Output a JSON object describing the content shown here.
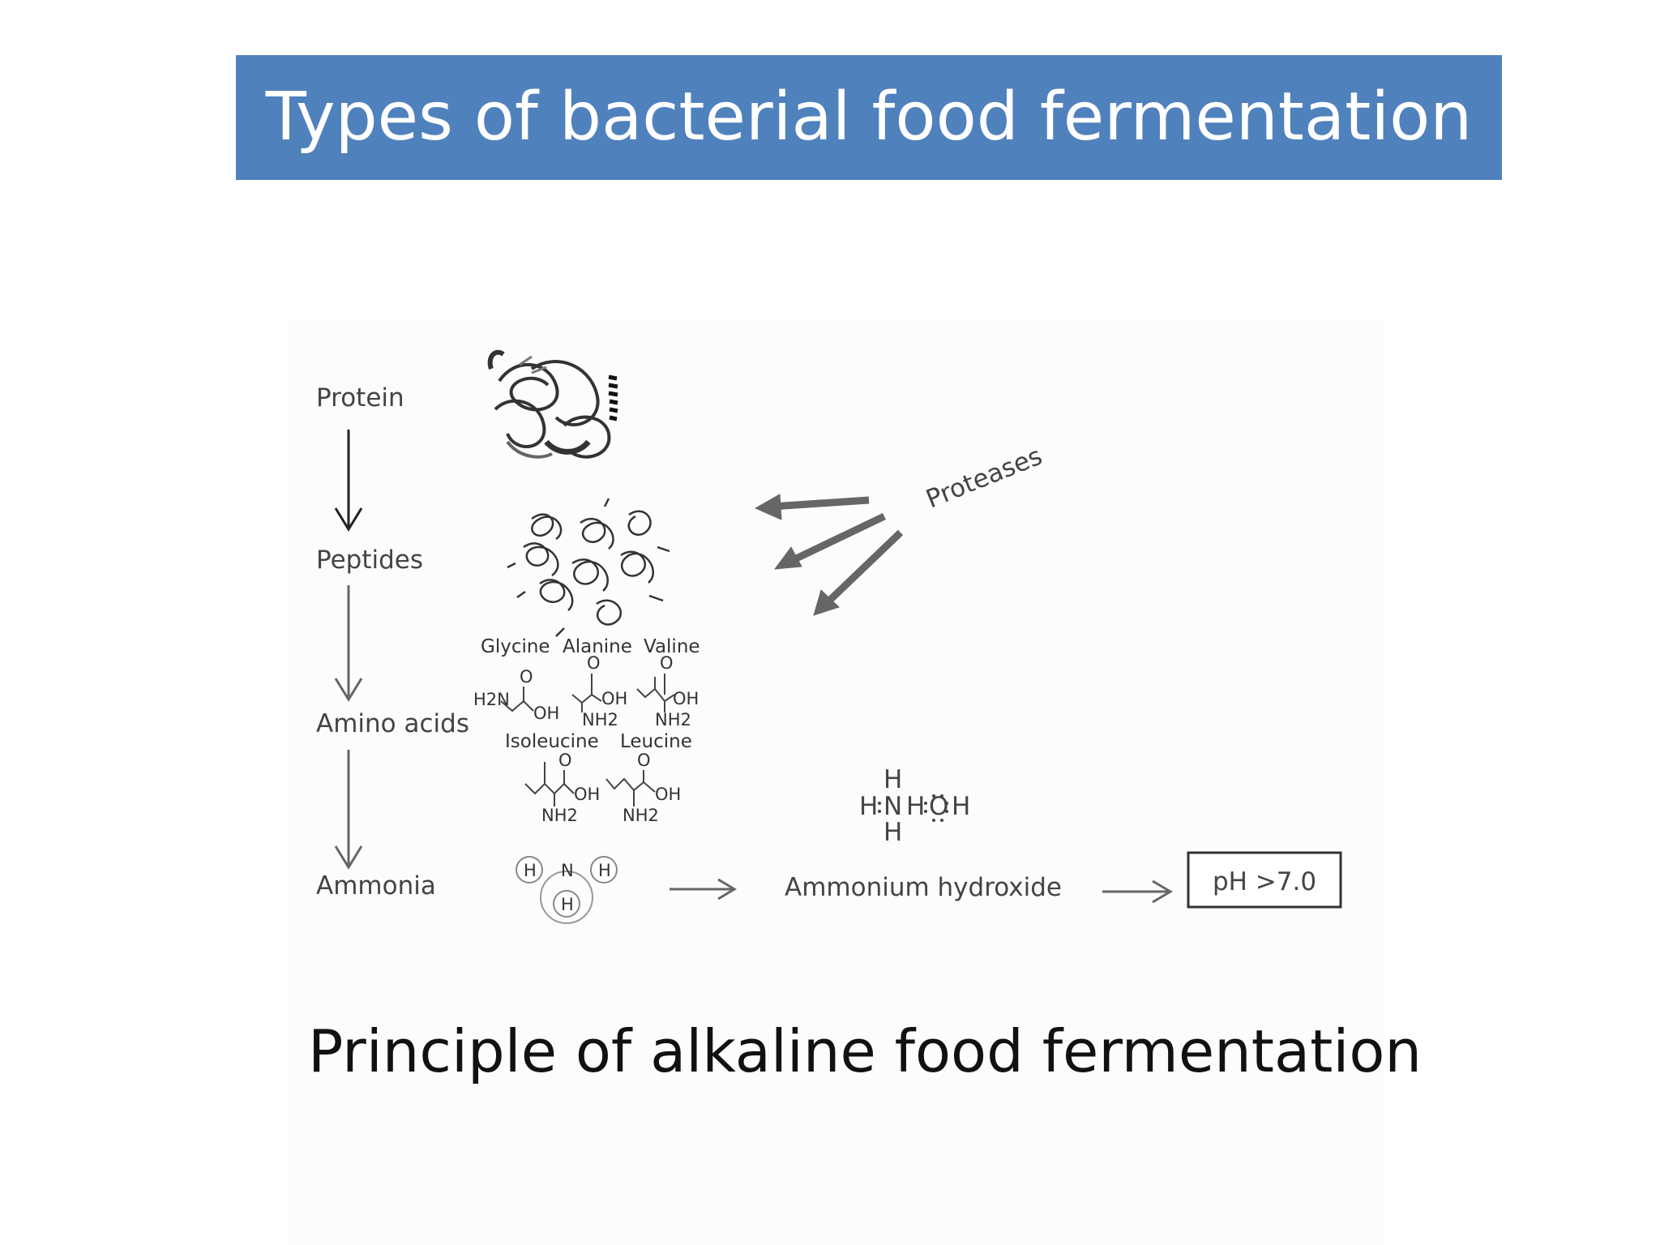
{
  "slide": {
    "title": "Types of bacterial food fermentation",
    "caption": "Principle of alkaline food fermentation"
  },
  "diagram": {
    "stages": [
      "Protein",
      "Peptides",
      "Amino acids",
      "Ammonia"
    ],
    "enzyme_label": "Proteases",
    "amino_acids_row1": [
      "Glycine",
      "Alanine",
      "Valine"
    ],
    "amino_acids_row2": [
      "Isoleucine",
      "Leucine"
    ],
    "groups": {
      "o": "O",
      "oh": "OH",
      "nh2": "NH2",
      "h2n": "H2N"
    },
    "ammonia_atoms": {
      "n": "N",
      "h": "H"
    },
    "ammonium_hydroxide_formula": {
      "h": "H",
      "n": "N",
      "o": "O"
    },
    "product": "Ammonium hydroxide",
    "result": "pH >7.0",
    "colors": {
      "title_bar": "#4f81bd",
      "arrows": "#666666",
      "text": "#444444"
    }
  }
}
